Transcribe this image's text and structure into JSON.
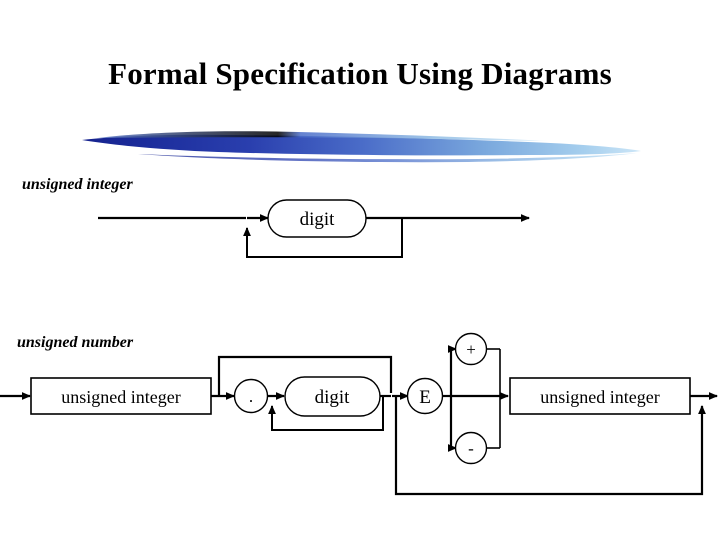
{
  "slide": {
    "title": "Formal Specification Using Diagrams",
    "background_color": "#ffffff",
    "text_color": "#000000"
  },
  "decoration": {
    "brush_stroke": {
      "name": "brush-stroke-divider",
      "gradient_from": "#1c2d9c",
      "gradient_mid": "#4a6cc8",
      "gradient_to": "#b9dcf3"
    }
  },
  "diagrams": [
    {
      "id": "unsigned-integer",
      "label": "unsigned integer",
      "type": "railroad-syntax-diagram",
      "nodes": [
        {
          "id": "digit",
          "label": "digit",
          "shape": "stadium"
        }
      ],
      "paths": [
        "entry -> digit -> exit",
        "digit -> loop-back -> digit"
      ]
    },
    {
      "id": "unsigned-number",
      "label": "unsigned number",
      "type": "railroad-syntax-diagram",
      "nodes": [
        {
          "id": "unsigned-integer-1",
          "label": "unsigned integer",
          "shape": "rect"
        },
        {
          "id": "period",
          "label": ".",
          "shape": "circle"
        },
        {
          "id": "digit",
          "label": "digit",
          "shape": "stadium"
        },
        {
          "id": "exponent",
          "label": "E",
          "shape": "circle"
        },
        {
          "id": "plus",
          "label": "+",
          "shape": "circle"
        },
        {
          "id": "minus",
          "label": "-",
          "shape": "circle"
        },
        {
          "id": "unsigned-integer-2",
          "label": "unsigned integer",
          "shape": "rect"
        }
      ],
      "paths": [
        "entry -> unsigned-integer-1 -> [ period -> digit (loop) ] | bypass -> E-junction",
        "E-junction -> E -> [ plus | empty | minus ] -> unsigned-integer-2 -> exit",
        "E-junction -> bottom-bypass -> exit"
      ]
    }
  ]
}
